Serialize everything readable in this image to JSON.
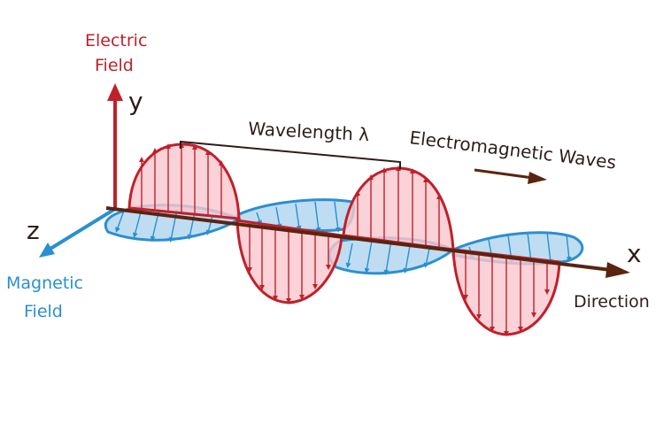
{
  "labels": {
    "electric_field_line1": "Electric",
    "electric_field_line2": "Field",
    "magnetic_field_line1": "Magnetic",
    "magnetic_field_line2": "Field",
    "axis_y": "y",
    "axis_z": "z",
    "axis_x": "x",
    "wavelength": "Wavelength λ",
    "em_waves": "Electromagnetic Waves",
    "direction": "Direction"
  },
  "colors": {
    "electric_stroke": "#c0202a",
    "electric_fill": "#f9c7cd",
    "magnetic_stroke": "#2a8fd0",
    "magnetic_fill": "#a9d2ee",
    "axis_dark": "#5a2410",
    "text_dark": "#2b1e1a"
  },
  "icons": [
    "arrow-up-icon",
    "arrow-right-icon",
    "arrow-down-left-icon"
  ]
}
